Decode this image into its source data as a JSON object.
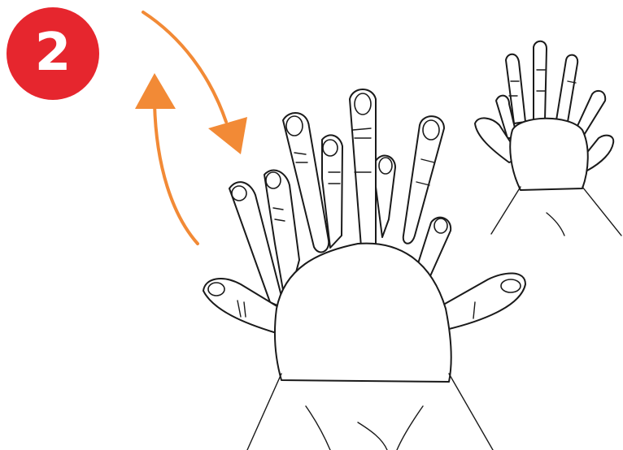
{
  "step": {
    "number": "2",
    "badge_color": "#e6262e",
    "text_color": "#ffffff"
  },
  "arrows": {
    "color": "#f28a36",
    "icons": [
      "curved-arrow-down-icon",
      "curved-arrow-up-icon"
    ]
  },
  "illustrations": {
    "line_color": "#1a1a1a",
    "items": [
      "interlaced-hands-large",
      "interlaced-hands-small"
    ]
  }
}
